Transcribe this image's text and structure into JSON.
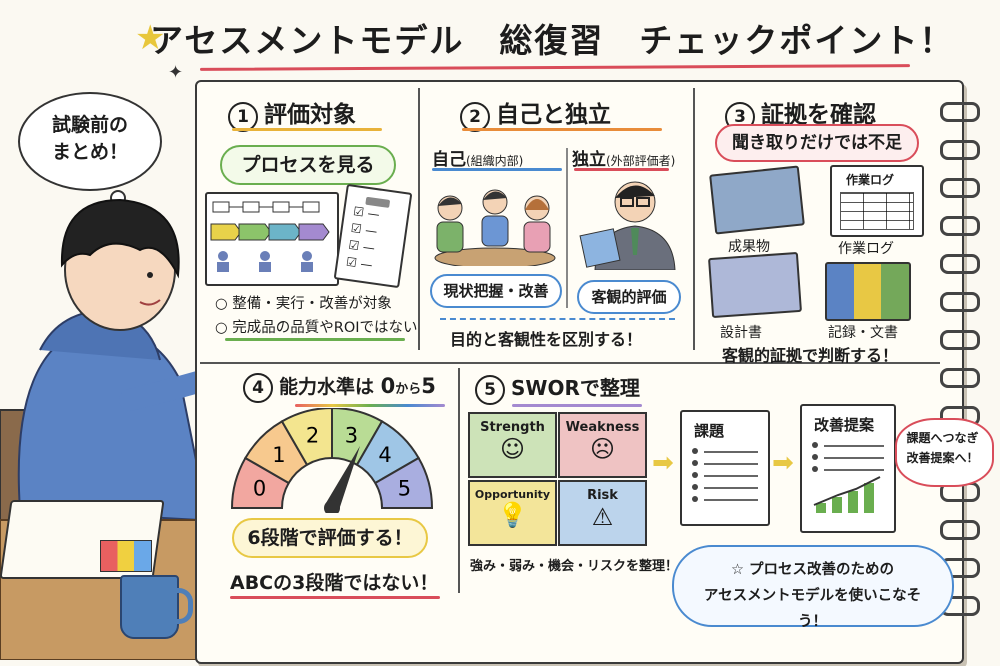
{
  "header": {
    "title": "アセスメントモデル　総復習　チェックポイント！"
  },
  "speech_bubble": {
    "text": "試験前の\nまとめ！"
  },
  "section1": {
    "number": "1",
    "title": "評価対象",
    "pill": "プロセスを見る",
    "bullets": [
      "整備・実行・改善が対象",
      "完成品の品質やROIではない"
    ]
  },
  "section2": {
    "number": "2",
    "title": "自己と独立",
    "self_label": "自己",
    "self_sub": "(組織内部)",
    "independent_label": "独立",
    "independent_sub": "(外部評価者)",
    "self_caption": "現状把握・改善",
    "independent_caption": "客観的評価",
    "summary": "目的と客観性を区別する！"
  },
  "section3": {
    "number": "3",
    "title": "証拠を確認",
    "pill": "聞き取りだけでは不足",
    "items": [
      "成果物",
      "作業ログ",
      "設計書",
      "記録・文書"
    ],
    "worklog_header": "作業ログ",
    "summary": "客観的証拠で判断する！"
  },
  "section4": {
    "number": "4",
    "title": "能力水準は",
    "title_range_a": "0",
    "title_range_mid": "から",
    "title_range_b": "5",
    "gauge_levels": [
      "0",
      "1",
      "2",
      "3",
      "4",
      "5"
    ],
    "gauge_colors": [
      "#f2a7a0",
      "#f7c98e",
      "#f3e58f",
      "#b9dc95",
      "#9fc6e6",
      "#a9aee0"
    ],
    "note1": "6段階で評価する！",
    "note2": "ABCの3段階ではない！"
  },
  "section5": {
    "number": "5",
    "title": "SWORで整理",
    "cells": [
      {
        "label": "Strength",
        "face": "☺",
        "color": "#cde3b8"
      },
      {
        "label": "Weakness",
        "face": "☹",
        "color": "#efc3c3"
      },
      {
        "label": "Opportunity",
        "face": "💡",
        "color": "#f3e59a"
      },
      {
        "label": "Risk",
        "face": "⚠",
        "color": "#bcd4ec"
      }
    ],
    "caption": "強み・弱み・機会・リスクを整理！",
    "doc1_title": "課題",
    "doc2_title": "改善提案",
    "cloud_text": "課題へつなぎ\n改善提案へ！",
    "conclusion": "☆ プロセス改善のための\nアセスメントモデルを使いこなそう！"
  }
}
